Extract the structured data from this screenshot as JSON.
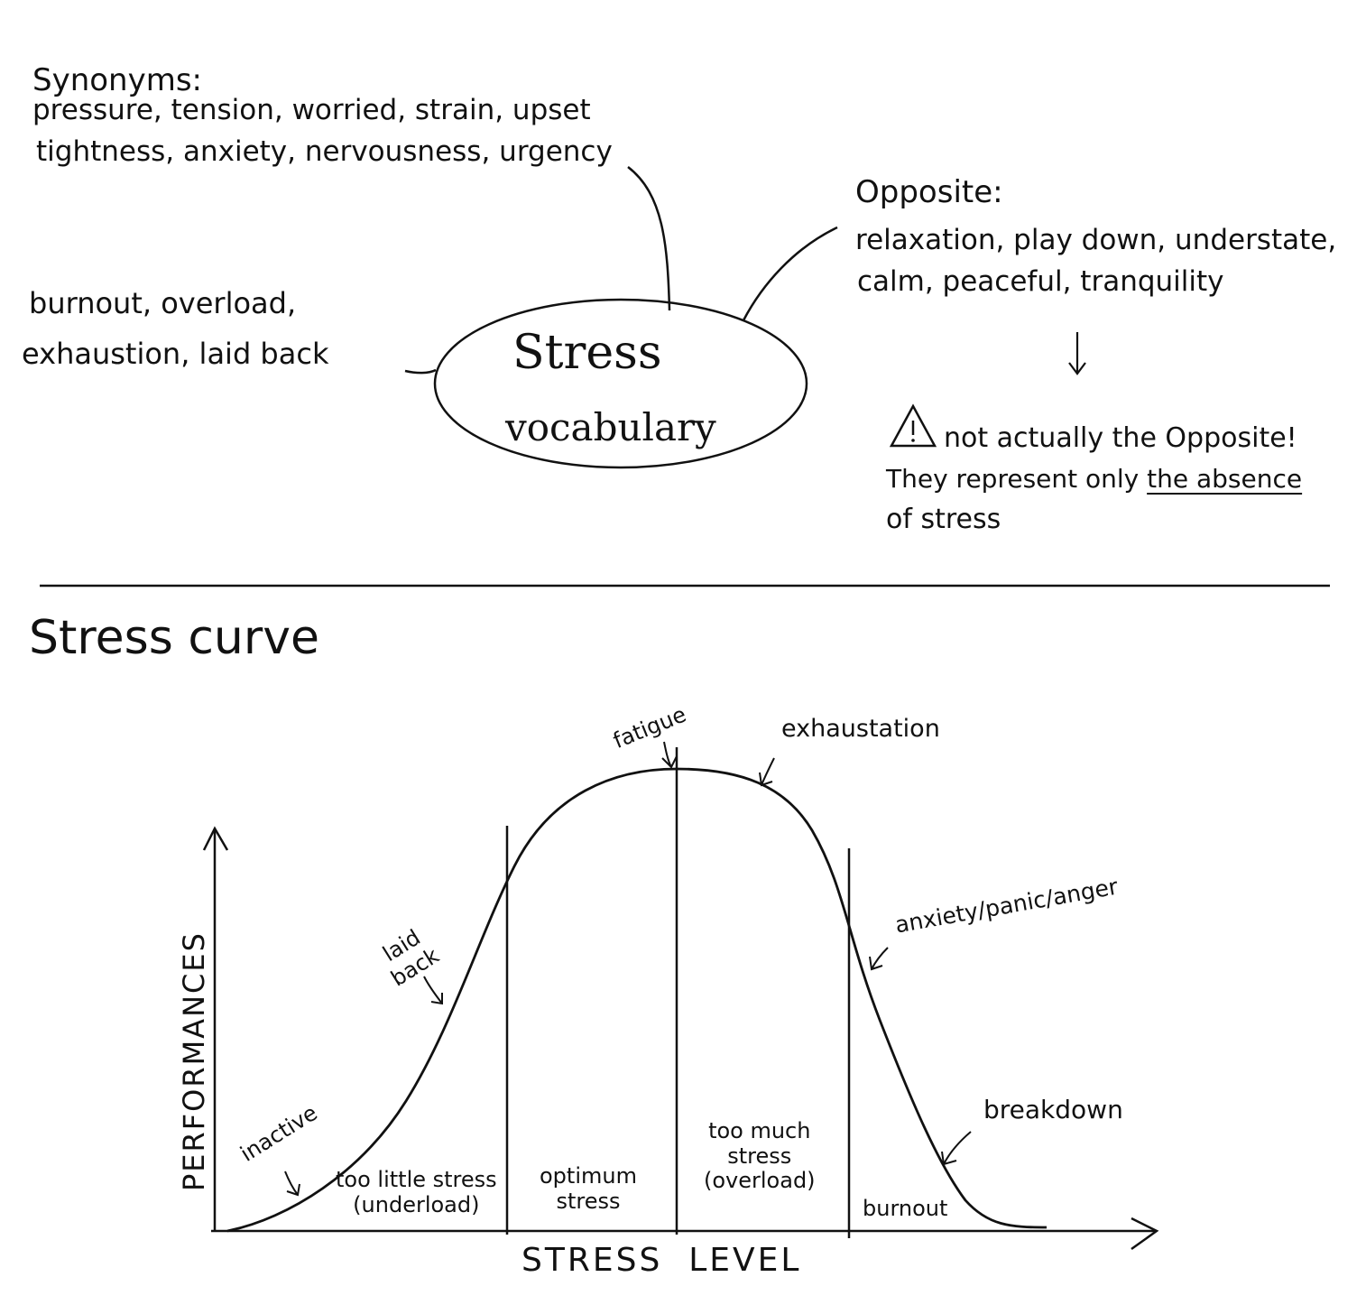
{
  "mindmap": {
    "center_line1": "Stress",
    "center_line2": "vocabulary",
    "synonyms_title": "Synonyms:",
    "synonyms_line1": "pressure, tension, worried, strain, upset",
    "synonyms_line2": "tightness, anxiety, nervousness, urgency",
    "related_line1": "burnout, overload,",
    "related_line2": "exhaustion, laid back",
    "opposite_title": "Opposite:",
    "opposite_line1": "relaxation, play down, understate,",
    "opposite_line2": "calm, peaceful, tranquility",
    "warning_icon": "warning-triangle-icon",
    "warning_line1": "not actually the Opposite!",
    "warning_line2_a": "They represent only ",
    "warning_line2_b": "the absence",
    "warning_line3": "of stress"
  },
  "curve_section": {
    "title": "Stress curve",
    "xlabel": "STRESS  LEVEL",
    "ylabel": "PERFORMANCES",
    "zones": {
      "too_little": "too little stress\n(underload)",
      "optimum": "optimum\nstress",
      "too_much": "too much\nstress\n(overload)",
      "burnout": "burnout"
    },
    "annotations": {
      "inactive": "inactive",
      "laid_back": "laid\nback",
      "fatigue": "fatigue",
      "exhaustation": "exhaustation",
      "anxiety": "anxiety/panic/anger",
      "breakdown": "breakdown"
    }
  }
}
